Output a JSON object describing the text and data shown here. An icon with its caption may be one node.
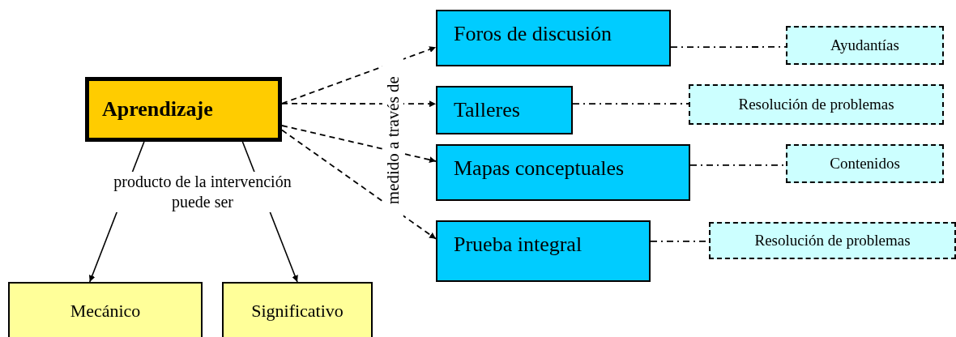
{
  "diagram": {
    "nodes": [
      {
        "text": [
          "Aprendizaje"
        ]
      },
      {
        "text": [
          "Mecánico"
        ]
      },
      {
        "text": [
          "Significativo"
        ]
      },
      {
        "text": [
          "Foros de discusión"
        ]
      },
      {
        "text": [
          "Talleres"
        ]
      },
      {
        "text": [
          "Mapas conceptuales"
        ]
      },
      {
        "text": [
          "Prueba integral"
        ]
      },
      {
        "text": [
          "Ayudantías"
        ]
      },
      {
        "text": [
          "Resolución de problemas"
        ]
      },
      {
        "text": [
          "Contenidos"
        ]
      },
      {
        "text": [
          "Resolución de problemas"
        ]
      }
    ],
    "edges": [
      {
        "from": 0,
        "to": 1,
        "arrow": "to",
        "label": "producto de la intervención puede ser"
      },
      {
        "from": 0,
        "to": 2,
        "arrow": "to"
      },
      {
        "from": 0,
        "to": 3,
        "arrow": "to",
        "style": "dashed"
      },
      {
        "from": 0,
        "to": 4,
        "arrow": "to",
        "style": "dashed",
        "label": "medido a través de"
      },
      {
        "from": 0,
        "to": 5,
        "arrow": "to",
        "style": "dashed"
      },
      {
        "from": 0,
        "to": 6,
        "arrow": "to",
        "style": "dashed"
      },
      {
        "from": 3,
        "to": 7,
        "arrow": "none",
        "style": "dashed"
      },
      {
        "from": 4,
        "to": 8,
        "arrow": "none",
        "style": "dashed"
      },
      {
        "from": 5,
        "to": 9,
        "arrow": "none",
        "style": "dashed"
      },
      {
        "from": 6,
        "to": 10,
        "arrow": "none",
        "style": "dashed"
      }
    ]
  }
}
